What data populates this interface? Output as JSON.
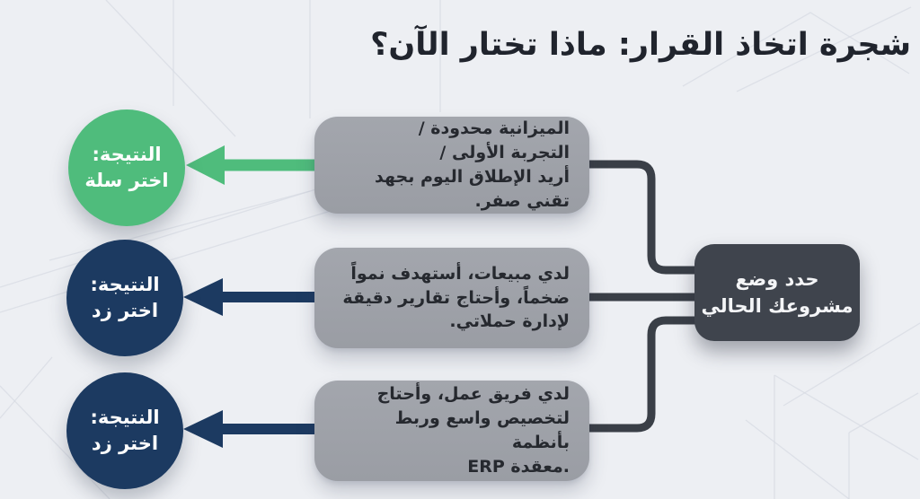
{
  "title": "شجرة اتخاذ القرار: ماذا تختار الآن؟",
  "root_node": {
    "label": "حدد وضع\nمشروعك الحالي"
  },
  "branches": [
    {
      "condition_lines": [
        "الميزانية محدودة /",
        "التجربة الأولى /",
        "أريد الإطلاق اليوم بجهد تقني صفر."
      ],
      "result_title": "النتيجة:",
      "result_choice": "اختر سلة",
      "color": "#4fbc7c"
    },
    {
      "condition_lines": [
        "لدي مبيعات، أستهدف نمواً",
        "ضخماً، وأحتاج تقارير دقيقة",
        "لإدارة حملاتي."
      ],
      "result_title": "النتيجة:",
      "result_choice": "اختر زد",
      "color": "#1c3a61"
    },
    {
      "condition_lines": [
        "لدي فريق عمل، وأحتاج",
        "لتخصيص واسع وربط بأنظمة",
        "ERP معقدة."
      ],
      "result_title": "النتيجة:",
      "result_choice": "اختر زد",
      "color": "#1c3a61"
    }
  ],
  "colors": {
    "background": "#edeff3",
    "title_text": "#20242d",
    "root_bg": "#3f444d",
    "root_text": "#f4f5f7",
    "condition_bg": "#9ea1a8",
    "condition_text": "#26292f",
    "connector": "#3a3f47",
    "result_green": "#4fbc7c",
    "result_navy": "#1c3a61",
    "circle_text": "#ffffff"
  }
}
